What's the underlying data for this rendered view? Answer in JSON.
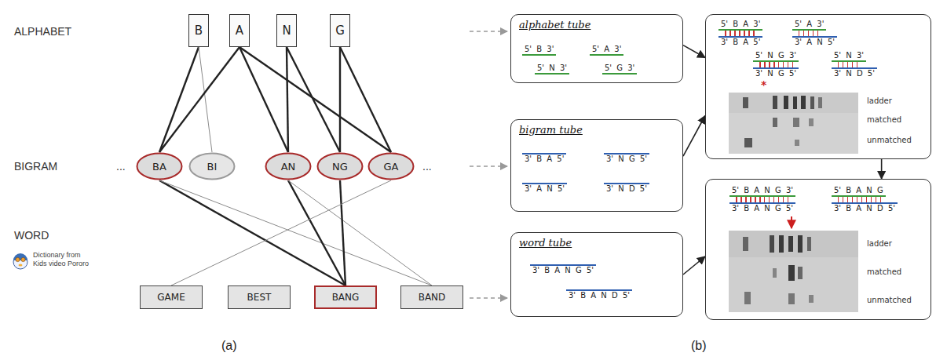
{
  "diagram": {
    "nodes": [
      {
        "text": [
          "B"
        ]
      },
      {
        "text": [
          "A"
        ]
      },
      {
        "text": [
          "N"
        ]
      },
      {
        "text": [
          "G"
        ]
      },
      {
        "text": [
          "BA"
        ]
      },
      {
        "text": [
          "BI"
        ]
      },
      {
        "text": [
          "AN"
        ]
      },
      {
        "text": [
          "NG"
        ]
      },
      {
        "text": [
          "GA"
        ]
      },
      {
        "text": [
          "GAME"
        ]
      },
      {
        "text": [
          "BEST"
        ]
      },
      {
        "text": [
          "BANG"
        ]
      },
      {
        "text": [
          "BAND"
        ]
      },
      {
        "text": [
          "alphabet tube",
          "5' B 3'",
          "5' A 3'",
          "5' N 3'",
          "5' G 3'"
        ]
      },
      {
        "text": [
          "bigram tube",
          "3' B A 5'",
          "3' N G 5'",
          "3' A N 5'",
          "3' N D 5'"
        ]
      },
      {
        "text": [
          "word tube",
          "3' B A N G 5'",
          "3' B A N D 5'"
        ]
      },
      {
        "text": [
          "5' B A 3'",
          "3' B A 5'",
          "5' A 3'",
          "3' A N 5'",
          "5' N G 3'",
          "3' N G 5'",
          "5' N 3'",
          "3' N D 5'",
          "*",
          "ladder",
          "matched",
          "unmatched"
        ]
      },
      {
        "text": [
          "5' B A N G 3'",
          "3' B A N G 5'",
          "5' B A N G",
          "3' B A N D 5'",
          "ladder",
          "matched",
          "unmatched"
        ]
      }
    ],
    "edges": [
      {
        "from": 0,
        "to": 4,
        "arrow": "none"
      },
      {
        "from": 0,
        "to": 5,
        "arrow": "none"
      },
      {
        "from": 1,
        "to": 4,
        "arrow": "none"
      },
      {
        "from": 1,
        "to": 6,
        "arrow": "none"
      },
      {
        "from": 1,
        "to": 8,
        "arrow": "none"
      },
      {
        "from": 2,
        "to": 6,
        "arrow": "none"
      },
      {
        "from": 2,
        "to": 7,
        "arrow": "none"
      },
      {
        "from": 3,
        "to": 7,
        "arrow": "none"
      },
      {
        "from": 3,
        "to": 8,
        "arrow": "none"
      },
      {
        "from": 4,
        "to": 11,
        "arrow": "none"
      },
      {
        "from": 4,
        "to": 12,
        "arrow": "none"
      },
      {
        "from": 6,
        "to": 11,
        "arrow": "none"
      },
      {
        "from": 6,
        "to": 12,
        "arrow": "none"
      },
      {
        "from": 7,
        "to": 11,
        "arrow": "none"
      },
      {
        "from": 8,
        "to": 9,
        "arrow": "none"
      },
      {
        "from": 13,
        "to": 16,
        "arrow": "to"
      },
      {
        "from": 14,
        "to": 16,
        "arrow": "to"
      },
      {
        "from": 16,
        "to": 17,
        "arrow": "to"
      },
      {
        "from": 15,
        "to": 17,
        "arrow": "to"
      }
    ],
    "labels": [
      "ALPHABET",
      "BIGRAM",
      "WORD",
      "Dictionary from Kids video Pororo",
      "...",
      "...",
      "(a)",
      "(b)"
    ]
  }
}
